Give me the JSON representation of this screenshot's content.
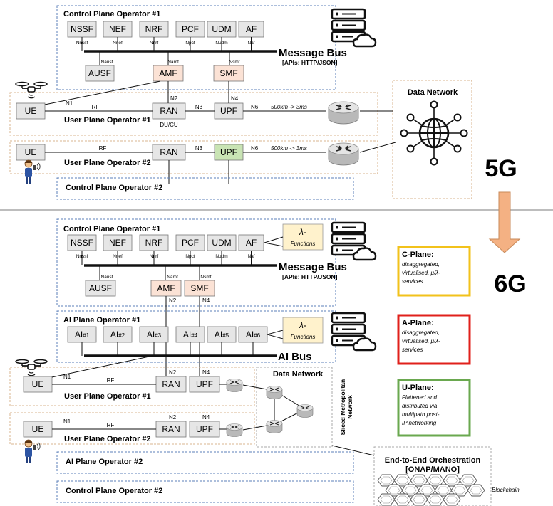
{
  "top": {
    "cp1": {
      "title": "Control Plane Operator #1",
      "nfs": [
        {
          "label": "NSSF",
          "iface": "Nnssf"
        },
        {
          "label": "NEF",
          "iface": "Nnef"
        },
        {
          "label": "NRF",
          "iface": "Nnrf"
        },
        {
          "label": "PCF",
          "iface": "Npcf"
        },
        {
          "label": "UDM",
          "iface": "Nudm"
        },
        {
          "label": "AF",
          "iface": "Naf"
        }
      ],
      "ausf": {
        "label": "AUSF",
        "iface": "Nausf"
      },
      "amf": {
        "label": "AMF",
        "iface": "Namf"
      },
      "smf": {
        "label": "SMF",
        "iface": "Nsmf"
      },
      "bus": "Message Bus",
      "bus_api": "[APIs: HTTP/JSON]"
    },
    "up1": {
      "title": "User Plane Operator #1",
      "ue": "UE",
      "ran": "RAN",
      "upf": "UPF",
      "du_cu": "DU/CU",
      "n1": "N1",
      "n2": "N2",
      "n3": "N3",
      "n4": "N4",
      "n6": "N6",
      "rf": "RF",
      "latency": "500km -> 3ms"
    },
    "up2": {
      "title": "User Plane Operator #2",
      "ue": "UE",
      "ran": "RAN",
      "upf": "UPF",
      "n3": "N3",
      "n6": "N6",
      "rf": "RF",
      "latency": "500km -> 3ms"
    },
    "cp2": {
      "title": "Control Plane Operator #2"
    },
    "data_network": "Data Network",
    "gen": "5G"
  },
  "bottom": {
    "cp1": {
      "title": "Control Plane Operator #1",
      "nfs": [
        {
          "label": "NSSF",
          "iface": "Nnssf"
        },
        {
          "label": "NEF",
          "iface": "Nnef"
        },
        {
          "label": "NRF",
          "iface": "Nnrf"
        },
        {
          "label": "PCF",
          "iface": "Npcf"
        },
        {
          "label": "UDM",
          "iface": "Nudm"
        },
        {
          "label": "AF",
          "iface": "Naf"
        }
      ],
      "lambda": {
        "sym": "λ-",
        "sub": "Functions"
      },
      "ausf": {
        "label": "AUSF",
        "iface": "Nausf"
      },
      "amf": {
        "label": "AMF",
        "iface": "Namf"
      },
      "smf": {
        "label": "SMF",
        "iface": "Nsmf"
      },
      "bus": "Message Bus",
      "bus_api": "[APIs: HTTP/JSON]",
      "n2": "N2",
      "n4": "N4"
    },
    "ai1": {
      "title": "AI Plane Operator #1",
      "ais": [
        {
          "main": "AI",
          "num": "#1"
        },
        {
          "main": "AI",
          "num": "#2"
        },
        {
          "main": "AI",
          "num": "#3"
        },
        {
          "main": "AI",
          "num": "#4"
        },
        {
          "main": "AI",
          "num": "#5"
        },
        {
          "main": "AI",
          "num": "#6"
        }
      ],
      "lambda": {
        "sym": "λ-",
        "sub": "Functions"
      },
      "bus": "AI Bus"
    },
    "up1": {
      "title": "User Plane Operator #1",
      "ue": "UE",
      "ran": "RAN",
      "upf": "UPF",
      "n1": "N1",
      "n2": "N2",
      "n4": "N4",
      "rf": "RF"
    },
    "up2": {
      "title": "User Plane Operator #2",
      "ue": "UE",
      "ran": "RAN",
      "upf": "UPF",
      "n1": "N1",
      "n2": "N2",
      "n4": "N4",
      "rf": "RF"
    },
    "data_network": "Data Network",
    "sliced": [
      "Sliced Metropolitan",
      "Network"
    ],
    "ai2": {
      "title": "AI Plane Operator #2"
    },
    "cp2": {
      "title": "Control Plane Operator #2"
    },
    "orchestration": {
      "line1": "End-to-End Orchestration",
      "line2": "[ONAP/MANO]"
    },
    "blockchain": "Blockchain",
    "gen": "6G"
  },
  "legend": [
    {
      "title": "C-Plane:",
      "lines": [
        "disaggregated,",
        "virtualised, μ/λ-",
        "services"
      ],
      "color": "#f2c21b"
    },
    {
      "title": "A-Plane:",
      "lines": [
        "disaggregated,",
        "virtualised, μ/λ-",
        "services"
      ],
      "color": "#e0201b"
    },
    {
      "title": "U-Plane:",
      "lines": [
        "Flattened and",
        "distributed via",
        "multipath post-",
        "IP networking"
      ],
      "color": "#6aa84f"
    }
  ],
  "colors": {
    "nf_fill": "#e6e6e6",
    "orange_fill": "#fbe2d5",
    "green_fill": "#c9e4b4",
    "lambda_fill": "#fff2cc",
    "blue_dash": "#5b7fb8",
    "orange_dash": "#d9b48f",
    "arrow_fill": "#f4b183",
    "arrow_stroke": "#c88a5a"
  }
}
